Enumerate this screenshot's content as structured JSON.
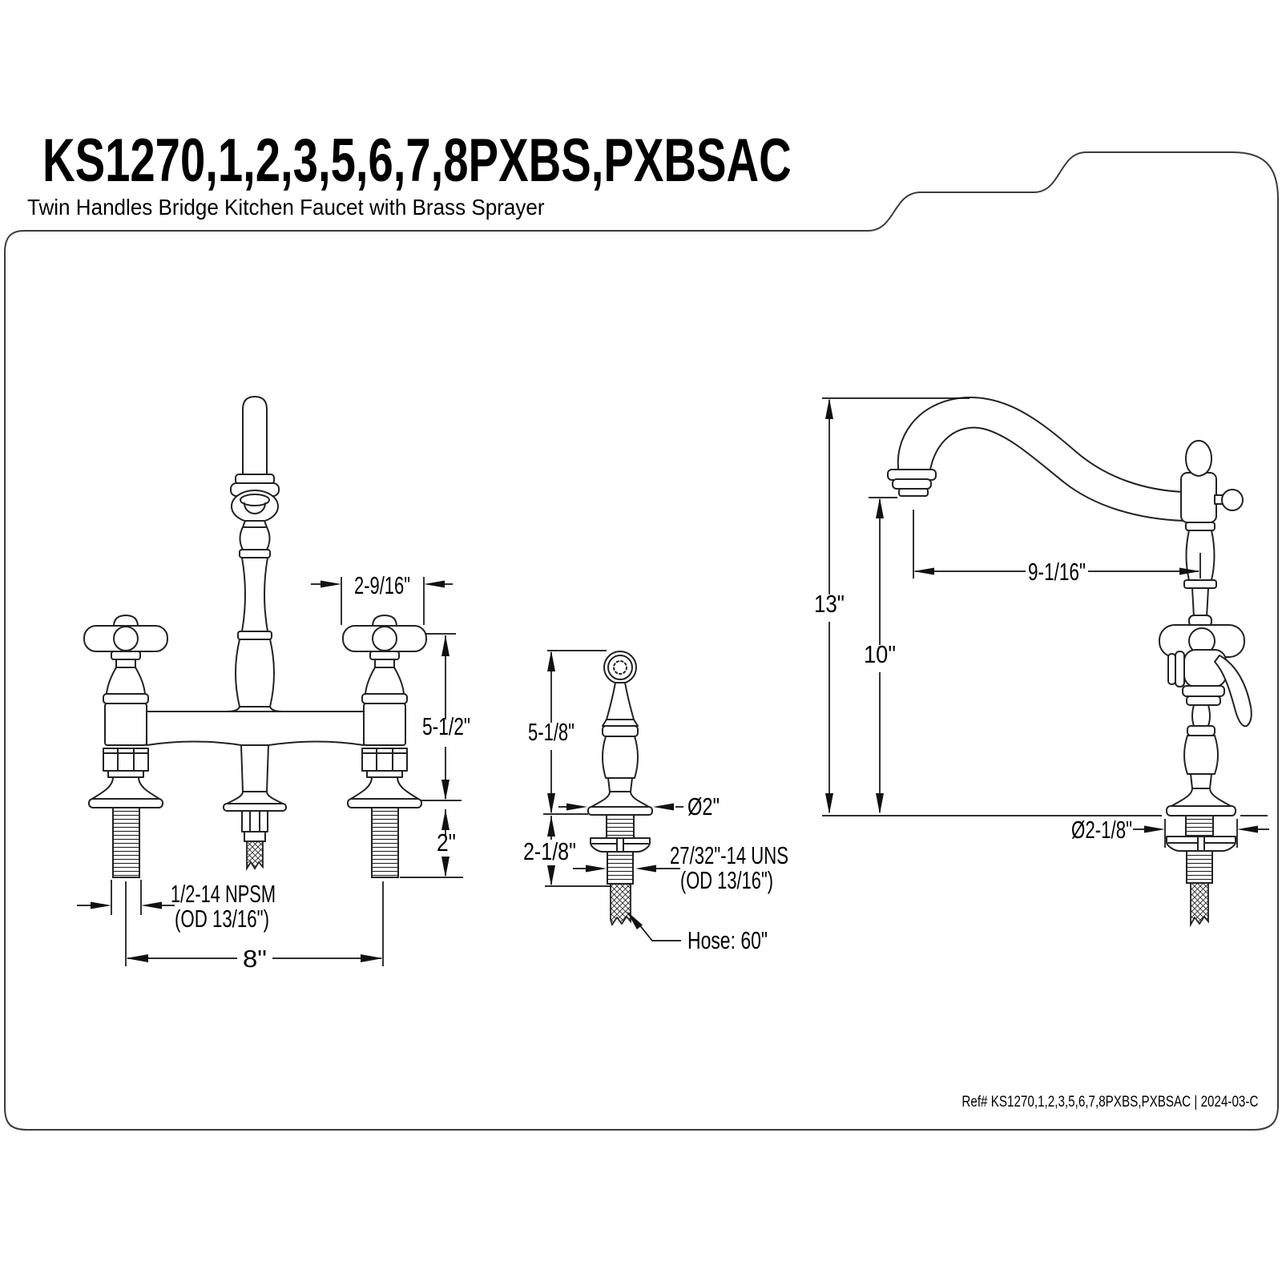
{
  "header": {
    "title": "KS1270,1,2,3,5,6,7,8PXBS,PXBSAC",
    "subtitle": "Twin Handles Bridge Kitchen Faucet with Brass Sprayer"
  },
  "footer": {
    "reference": "Ref# KS1270,1,2,3,5,6,7,8PXBS,PXBSAC | 2024-03-C"
  },
  "drawings": {
    "front_view": {
      "dims": {
        "handle_width": "2-9/16\"",
        "deck_to_handle_height": "5-1/2\"",
        "shank_length": "2\"",
        "shank_thread_line1": "1/2-14 NPSM",
        "shank_thread_line2": "(OD 13/16\")",
        "center_spread": "8\""
      }
    },
    "sprayer": {
      "dims": {
        "height_above_deck": "5-1/8\"",
        "flange_diameter": "Ø2\"",
        "under_deck_length": "2-1/8\"",
        "thread_line1": "27/32\"-14 UNS",
        "thread_line2": "(OD 13/16\")",
        "hose_length": "Hose: 60\""
      }
    },
    "side_view": {
      "dims": {
        "overall_height": "13\"",
        "spout_height": "10\"",
        "spout_reach": "9-1/16\"",
        "escutcheon_diameter": "Ø2-1/8\""
      }
    }
  }
}
